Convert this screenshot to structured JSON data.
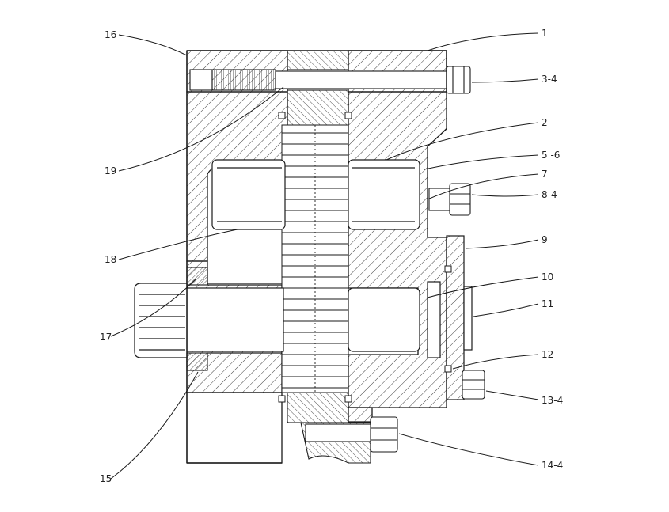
{
  "diagram": {
    "type": "sectional assembly drawing (gear pump cross-section)",
    "callouts": {
      "c1": "1",
      "c2": "2",
      "c3": "3-4",
      "c5": "5 -6",
      "c7": "7",
      "c8": "8-4",
      "c9": "9",
      "c10": "10",
      "c11": "11",
      "c12": "12",
      "c13": "13-4",
      "c14": "14-4",
      "c15": "15",
      "c16": "16",
      "c17": "17",
      "c18": "18",
      "c19": "19"
    },
    "colors": {
      "line": "#1a1a1a",
      "hatch": "#2a2a2a",
      "paper": "#ffffff"
    }
  }
}
